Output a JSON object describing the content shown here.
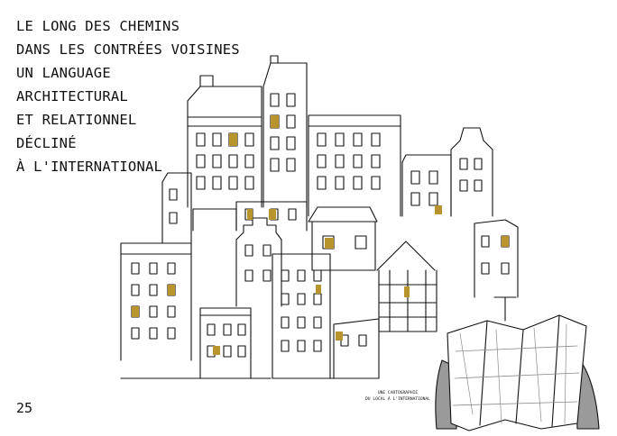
{
  "title_lines": [
    "LE LONG DES CHEMINS",
    "DANS LES CONTRÉES VOISINES",
    "UN LANGUAGE",
    "ARCHITECTURAL",
    "ET RELATIONNEL",
    "DÉCLINÉ",
    "À L'INTERNATIONAL"
  ],
  "page_number": "25",
  "caption_lines": [
    "UNE CARTOGRAPHIE",
    "DU LOCAL À L'INTERNATIONAL"
  ],
  "colors": {
    "ink": "#111111",
    "gold": "#b8952c",
    "map_gray": "#8a8a8a"
  }
}
